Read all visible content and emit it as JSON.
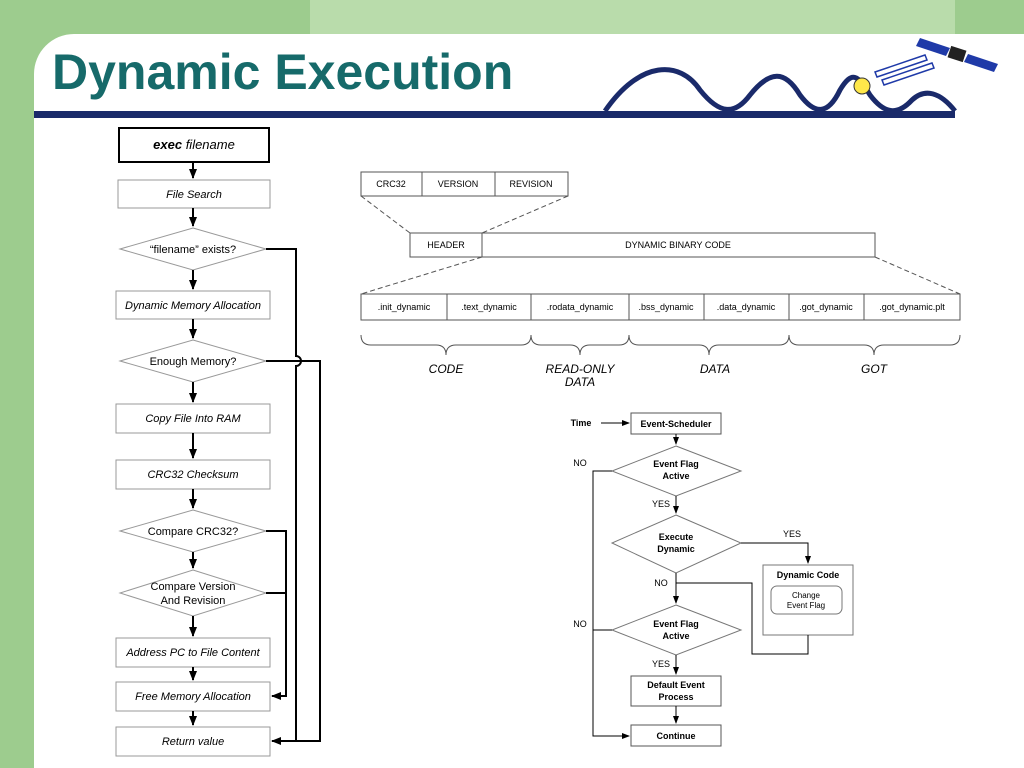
{
  "slide": {
    "title": "Dynamic Execution",
    "colors": {
      "title": "#166a6a",
      "background_green": "#9dcc8e",
      "rule": "#1a2a6a"
    }
  },
  "flowchart_left": {
    "start": {
      "bold": "exec",
      "italic": " filename"
    },
    "steps": {
      "file_search": "File Search",
      "filename_exists": "“filename” exists?",
      "dyn_mem_alloc": "Dynamic Memory Allocation",
      "enough_memory": "Enough Memory?",
      "copy_file": "Copy File Into RAM",
      "crc_checksum": "CRC32 Checksum",
      "compare_crc": "Compare CRC32?",
      "compare_version_1": "Compare Version",
      "compare_version_2": "And Revision",
      "address_pc": "Address PC to File Content",
      "free_memory": "Free Memory Allocation",
      "return_value": "Return value"
    }
  },
  "binary_layout": {
    "header_fields": [
      "CRC32",
      "VERSION",
      "REVISION"
    ],
    "file_parts": {
      "header": "HEADER",
      "code": "DYNAMIC BINARY CODE"
    },
    "sections": [
      ".init_dynamic",
      ".text_dynamic",
      ".rodata_dynamic",
      ".bss_dynamic",
      ".data_dynamic",
      ".got_dynamic",
      ".got_dynamic.plt"
    ],
    "groups": {
      "code": "CODE",
      "readonly_1": "READ-ONLY",
      "readonly_2": "DATA",
      "data": "DATA",
      "got": "GOT"
    }
  },
  "event_flow": {
    "time": "Time",
    "scheduler": "Event-Scheduler",
    "flag1_a": "Event Flag",
    "flag1_b": "Active",
    "execute_a": "Execute",
    "execute_b": "Dynamic",
    "dyncode_title": "Dynamic Code",
    "change_a": "Change",
    "change_b": "Event Flag",
    "flag2_a": "Event Flag",
    "flag2_b": "Active",
    "default_a": "Default Event",
    "default_b": "Process",
    "continue": "Continue",
    "yes": "YES",
    "no": "NO"
  }
}
